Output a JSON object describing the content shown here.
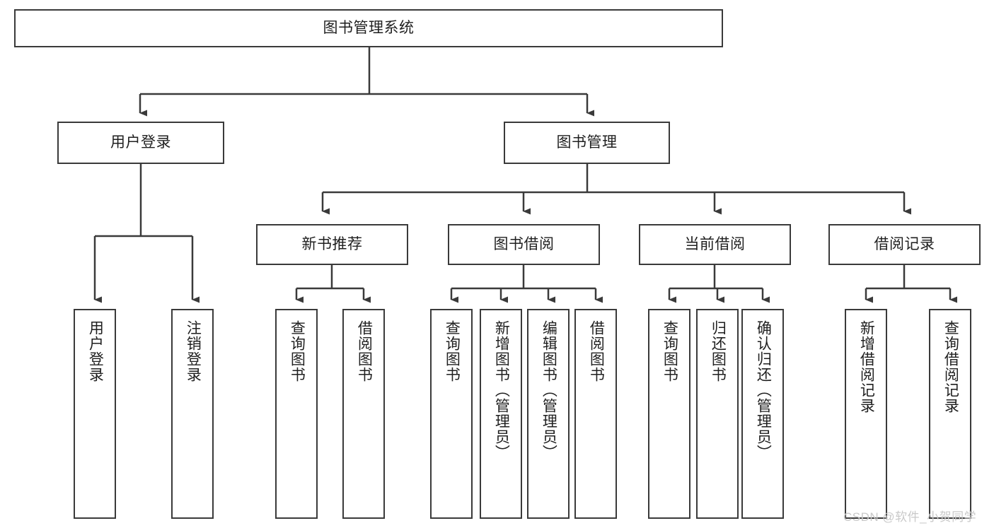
{
  "diagram": {
    "title": "图书管理系统",
    "type": "tree-hierarchy",
    "stroke_color": "#3a3a3a",
    "text_color": "#1f1f1f",
    "background_color": "#ffffff"
  },
  "root": {
    "label": "图书管理系统"
  },
  "level1": [
    {
      "label": "用户登录"
    },
    {
      "label": "图书管理"
    }
  ],
  "level2": [
    {
      "label": "新书推荐"
    },
    {
      "label": "图书借阅"
    },
    {
      "label": "当前借阅"
    },
    {
      "label": "借阅记录"
    }
  ],
  "leaves": {
    "user_login": [
      {
        "label": "用户登录"
      },
      {
        "label": "注销登录"
      }
    ],
    "new_book": [
      {
        "label": "查询图书"
      },
      {
        "label": "借阅图书"
      }
    ],
    "book_borrow": [
      {
        "label": "查询图书"
      },
      {
        "label": "新增图书（管理员）"
      },
      {
        "label": "编辑图书（管理员）"
      },
      {
        "label": "借阅图书"
      }
    ],
    "current_borrow": [
      {
        "label": "查询图书"
      },
      {
        "label": "归还图书"
      },
      {
        "label": "确认归还（管理员）"
      }
    ],
    "borrow_record": [
      {
        "label": "新增借阅记录"
      },
      {
        "label": "查询借阅记录"
      }
    ]
  },
  "watermark": {
    "text": "CSDN @软件_小贺同学",
    "color": "#c9c9c9"
  }
}
